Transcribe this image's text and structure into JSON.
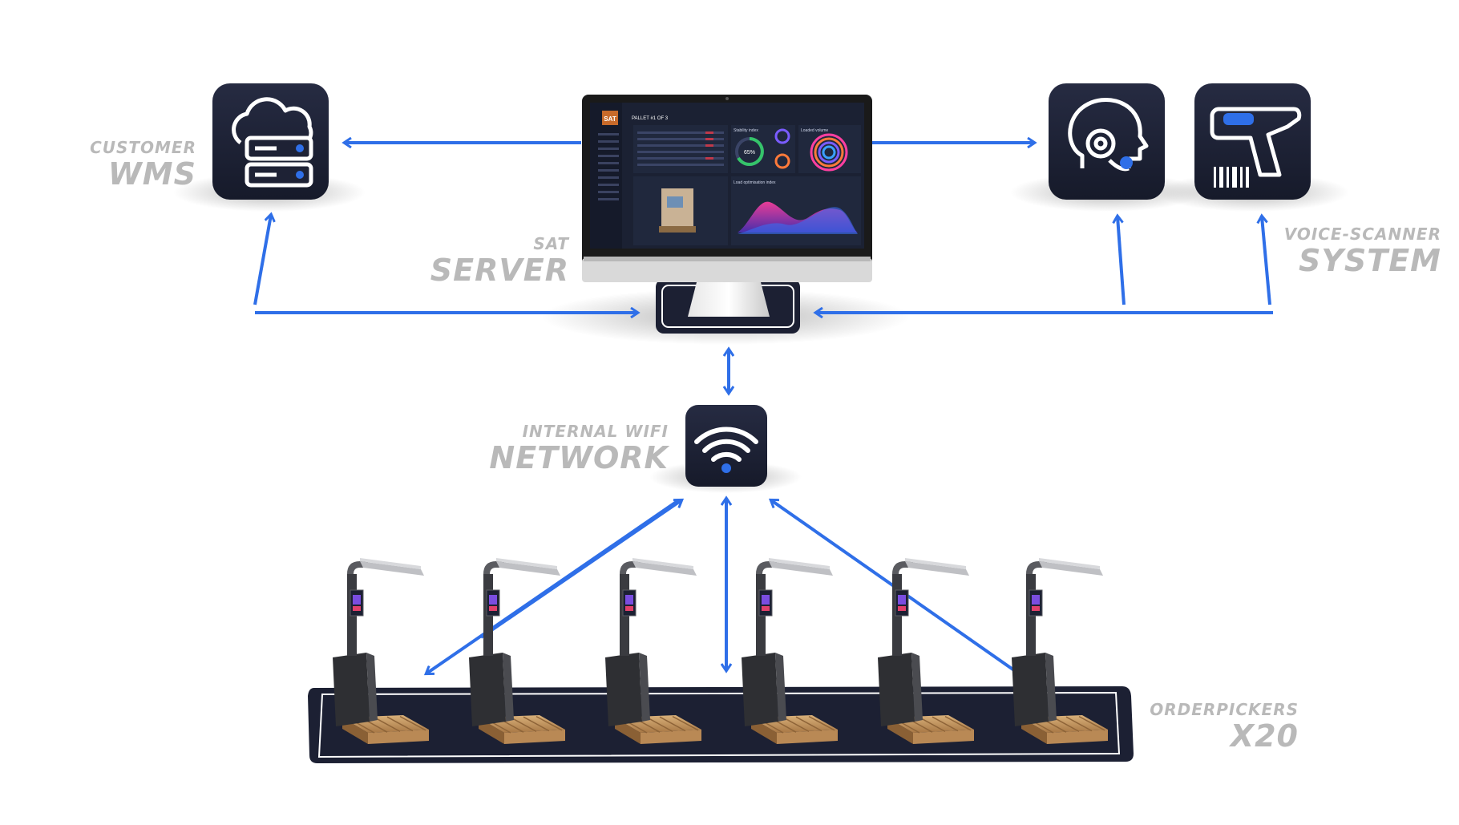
{
  "labels": {
    "wms": {
      "small": "CUSTOMER",
      "big": "WMS"
    },
    "server": {
      "small": "SAT",
      "big": "SERVER"
    },
    "voice": {
      "small": "VOICE-SCANNER",
      "big": "SYSTEM"
    },
    "network": {
      "small": "INTERNAL WIFI",
      "big": "NETWORK"
    },
    "pickers": {
      "small": "ORDERPICKERS",
      "big": "X20"
    }
  },
  "screen": {
    "logo": "SAT",
    "pallet_title": "PALLET #1 OF 3",
    "panel_stability": "Stability index",
    "panel_volume": "Loaded volume",
    "stability_value": "65%",
    "panel_optimisation": "Load optimisation index"
  },
  "colors": {
    "accent": "#2f6fe8",
    "tile": "#1e2235",
    "label": "#b9b9b9"
  },
  "icons": [
    "cloud-server-icon",
    "headset-icon",
    "barcode-scanner-icon",
    "wifi-icon"
  ]
}
